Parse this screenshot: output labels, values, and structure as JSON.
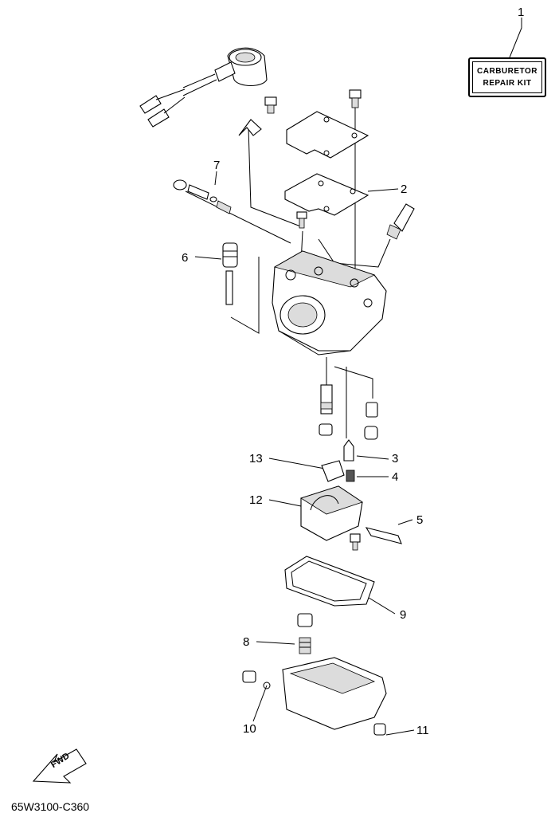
{
  "callouts": [
    {
      "id": "1",
      "label": "1"
    },
    {
      "id": "2",
      "label": "2"
    },
    {
      "id": "3",
      "label": "3"
    },
    {
      "id": "4",
      "label": "4"
    },
    {
      "id": "5",
      "label": "5"
    },
    {
      "id": "6",
      "label": "6"
    },
    {
      "id": "7",
      "label": "7"
    },
    {
      "id": "8",
      "label": "8"
    },
    {
      "id": "9",
      "label": "9"
    },
    {
      "id": "10",
      "label": "10"
    },
    {
      "id": "11",
      "label": "11"
    },
    {
      "id": "12",
      "label": "12"
    },
    {
      "id": "13",
      "label": "13"
    }
  ],
  "repair_kit": {
    "line1": "CARBURETOR",
    "line2": "REPAIR KIT"
  },
  "direction_marker": "FWD",
  "diagram_code": "65W3100-C360",
  "colors": {
    "ink": "#000000",
    "shade": "#dcdcdc",
    "background": "#ffffff"
  }
}
